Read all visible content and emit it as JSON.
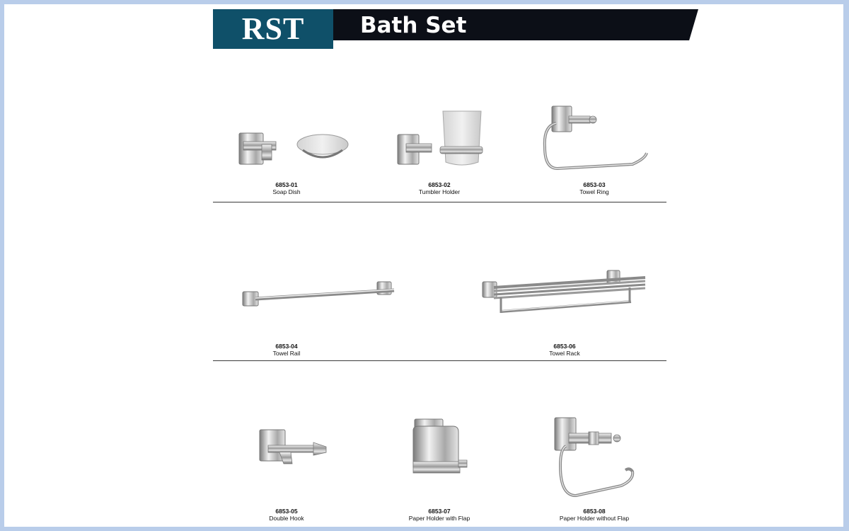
{
  "header": {
    "brand": "RST",
    "title": "Bath Set",
    "colors": {
      "band": "#0f5069",
      "dark": "#0c0f17"
    }
  },
  "products": [
    {
      "code": "6853-01",
      "name": "Soap Dish",
      "icon": "soap-dish"
    },
    {
      "code": "6853-02",
      "name": "Tumbler Holder",
      "icon": "tumbler-holder"
    },
    {
      "code": "6853-03",
      "name": "Towel Ring",
      "icon": "towel-ring"
    },
    {
      "code": "6853-04",
      "name": "Towel Rail",
      "icon": "towel-rail"
    },
    {
      "code": "6853-06",
      "name": "Towel Rack",
      "icon": "towel-rack"
    },
    {
      "code": "6853-05",
      "name": "Double Hook",
      "icon": "double-hook"
    },
    {
      "code": "6853-07",
      "name": "Paper Holder with Flap",
      "icon": "paper-holder-flap"
    },
    {
      "code": "6853-08",
      "name": "Paper Holder without Flap",
      "icon": "paper-holder"
    }
  ]
}
